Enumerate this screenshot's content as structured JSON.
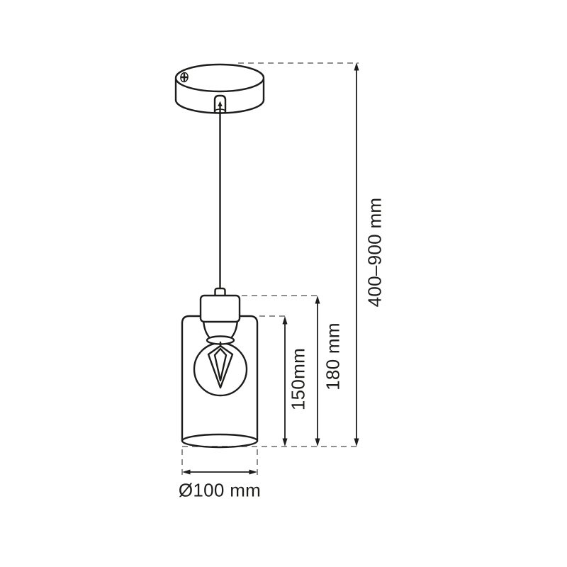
{
  "labels": {
    "suspension_height": "400–900 mm",
    "fixture_height": "180 mm",
    "shade_height": "150mm",
    "shade_diameter": "Ø100 mm"
  },
  "colors": {
    "line": "#1d1d1b",
    "dash": "#8f8f8f",
    "background": "#ffffff"
  }
}
